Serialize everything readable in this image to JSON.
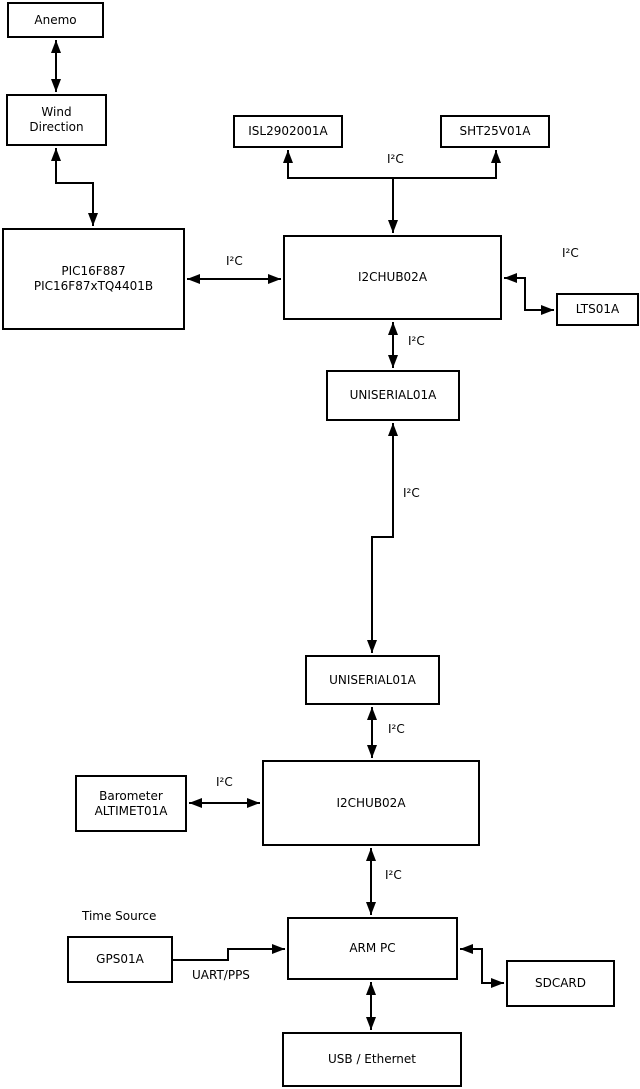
{
  "diagram": {
    "colors": {
      "background": "#ffffff",
      "line": "#000000",
      "text": "#000000"
    },
    "labels": {
      "i2c": "I²C",
      "uart_pps": "UART/PPS",
      "time_source": "Time Source"
    },
    "nodes": {
      "anemo": {
        "label": "Anemo"
      },
      "wind": {
        "label": "Wind\nDirection"
      },
      "pic": {
        "label": "PIC16F887\nPIC16F87xTQ4401B"
      },
      "isl": {
        "label": "ISL2902001A"
      },
      "sht": {
        "label": "SHT25V01A"
      },
      "hub1": {
        "label": "I2CHUB02A"
      },
      "lts": {
        "label": "LTS01A"
      },
      "uniserial1": {
        "label": "UNISERIAL01A"
      },
      "uniserial2": {
        "label": "UNISERIAL01A"
      },
      "hub2": {
        "label": "I2CHUB02A"
      },
      "barometer": {
        "label": "Barometer\nALTIMET01A"
      },
      "gps": {
        "label": "GPS01A"
      },
      "arm_pc": {
        "label": "ARM PC"
      },
      "sdcard": {
        "label": "SDCARD"
      },
      "usb_ethernet": {
        "label": "USB / Ethernet"
      }
    },
    "edges": [
      {
        "from": "anemo",
        "to": "wind",
        "bidirectional": true,
        "bus": ""
      },
      {
        "from": "wind",
        "to": "pic",
        "bidirectional": true,
        "bus": ""
      },
      {
        "from": "hub1",
        "to": "isl",
        "bidirectional": false,
        "bus": "I²C"
      },
      {
        "from": "hub1",
        "to": "sht",
        "bidirectional": false,
        "bus": "I²C"
      },
      {
        "from": "pic",
        "to": "hub1",
        "bidirectional": true,
        "bus": "I²C"
      },
      {
        "from": "hub1",
        "to": "lts",
        "bidirectional": true,
        "bus": "I²C"
      },
      {
        "from": "hub1",
        "to": "uniserial1",
        "bidirectional": true,
        "bus": "I²C"
      },
      {
        "from": "uniserial1",
        "to": "uniserial2",
        "bidirectional": true,
        "bus": "I²C"
      },
      {
        "from": "uniserial2",
        "to": "hub2",
        "bidirectional": true,
        "bus": "I²C"
      },
      {
        "from": "barometer",
        "to": "hub2",
        "bidirectional": true,
        "bus": "I²C"
      },
      {
        "from": "hub2",
        "to": "arm_pc",
        "bidirectional": true,
        "bus": "I²C"
      },
      {
        "from": "gps",
        "to": "arm_pc",
        "bidirectional": false,
        "bus": "UART/PPS"
      },
      {
        "from": "arm_pc",
        "to": "sdcard",
        "bidirectional": true,
        "bus": ""
      },
      {
        "from": "arm_pc",
        "to": "usb_ethernet",
        "bidirectional": true,
        "bus": ""
      }
    ]
  }
}
